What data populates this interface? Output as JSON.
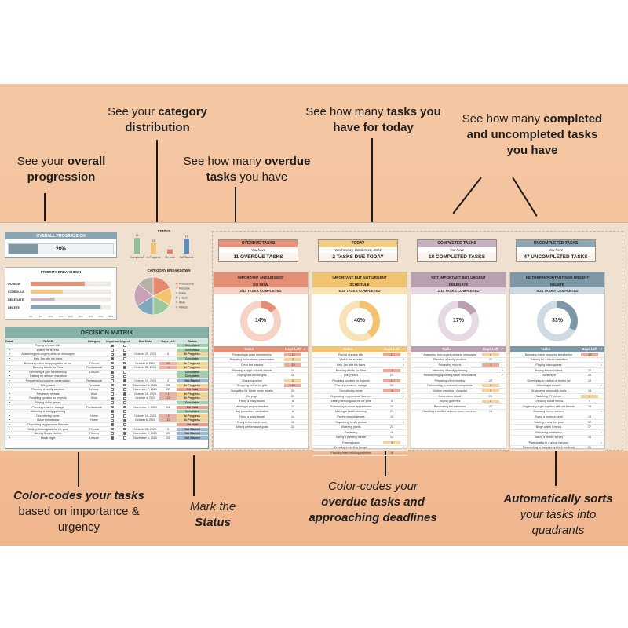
{
  "annotations": {
    "category": {
      "pre": "See your ",
      "bold": "category distribution"
    },
    "today": {
      "pre": "See how many ",
      "bold": "tasks you have for today"
    },
    "completed": {
      "pre": "See how many ",
      "bold": "completed and uncompleted tasks you have"
    },
    "overall": {
      "pre": "See your ",
      "bold": "overall progression"
    },
    "overdue": {
      "pre": "See how many ",
      "bold": "overdue tasks",
      "post": " you have"
    },
    "colorcode": {
      "bold": "Color-codes your tasks",
      "post": "based on importance & urgency"
    },
    "status": {
      "pre": "Mark the",
      "bold": "Status"
    },
    "deadlines": {
      "pre": "Color-codes your",
      "bold": "overdue tasks and approaching deadlines"
    },
    "sort": {
      "bold": "Automatically sorts",
      "post": " your tasks into quadrants"
    }
  },
  "overall_progression": {
    "title": "OVERALL PROGRESSION",
    "value": "28%",
    "fraction": 0.28
  },
  "status_chart": {
    "title": "STATUS",
    "labels": [
      "Completed",
      "In Progress",
      "On Hold",
      "Not Started"
    ],
    "values": [
      18,
      12,
      5,
      17
    ],
    "colors": [
      "#8fbf9a",
      "#f2c46f",
      "#e37f6f",
      "#5c8fb8"
    ]
  },
  "priority_breakdown": {
    "title": "PRIORITY BREAKDOWN",
    "rows": [
      {
        "label": "DO NOW",
        "value": 0.27,
        "color": "#e59373"
      },
      {
        "label": "SCHEDULE",
        "value": 0.16,
        "color": "#f2c880"
      },
      {
        "label": "DELEGATE",
        "value": 0.12,
        "color": "#c8b3c2"
      },
      {
        "label": "DELETE",
        "value": 0.35,
        "color": "#8aa4b2"
      }
    ],
    "axis": [
      "0%",
      "5%",
      "10%",
      "15%",
      "20%",
      "25%",
      "30%",
      "35%",
      "40%"
    ]
  },
  "category_breakdown": {
    "title": "CATEGORY BREAKDOWN",
    "legend": [
      "Professional",
      "Personal",
      "Home",
      "Leisure",
      "Work",
      "Fitness"
    ],
    "values": [
      18,
      15,
      17,
      16,
      20,
      14
    ],
    "colors": [
      "#e6896f",
      "#f2c46f",
      "#9bc79e",
      "#7fa7bd",
      "#c9a2b7",
      "#b8b0a6"
    ]
  },
  "decision_matrix": {
    "title": "DECISION MATRIX",
    "columns": [
      "Detail",
      "TASKS",
      "Category",
      "Important",
      "Urgent",
      "Due Date",
      "Days Left",
      "Status"
    ],
    "rows": [
      [
        "Paying overdue bills",
        "",
        "",
        "",
        "Completed"
      ],
      [
        "Watch the sunrise",
        "",
        "",
        "",
        "Completed"
      ],
      [
        "Answering non-urgent personal messages",
        "",
        "October 20, 2024",
        "4",
        "In Progress"
      ],
      [
        "Help Jim with his taxes",
        "",
        "",
        "",
        "Completed"
      ],
      [
        "Browsing online shopping sites for fun",
        "Fitness",
        "October 6, 2024",
        "-10",
        "In Progress"
      ],
      [
        "Booking tickets for Paris",
        "Professional",
        "October 12, 2024",
        "-4",
        "In Progress"
      ],
      [
        "Renewing a gym membership",
        "Leisure",
        "",
        "",
        "Completed"
      ],
      [
        "Training for a future marathon",
        "",
        "",
        "",
        "Completed"
      ],
      [
        "Preparing for business presentation",
        "Professional",
        "October 19, 2024",
        "3",
        "Not Started"
      ],
      [
        "Filing taxes",
        "Personal",
        "November 8, 2024",
        "23",
        "In Progress"
      ],
      [
        "Planning a family vacation",
        "Leisure",
        "November 7, 2024",
        "22",
        "On Hold"
      ],
      [
        "Reviewing reports",
        "Work",
        "October 15, 2024",
        "-1",
        "In Progress"
      ],
      [
        "Providing updates on projects",
        "Work",
        "October 4, 2024",
        "-12",
        "In Progress"
      ],
      [
        "Playing video games",
        "",
        "",
        "",
        "Completed"
      ],
      [
        "Planning a career change",
        "Professional",
        "November 9, 2024",
        "24",
        "On Hold"
      ],
      [
        "Attending a family gathering",
        "",
        "",
        "",
        "Completed"
      ],
      [
        "Decluttering home",
        "Home",
        "October 10, 2024",
        "-6",
        "In Progress"
      ],
      [
        "Clean the window",
        "Home",
        "October 6, 2024",
        "-10",
        "In Progress"
      ],
      [
        "Organizing my personal finances",
        "",
        "",
        "",
        "On Hold"
      ],
      [
        "Setting fitness goals for the year",
        "Fitness",
        "October 25, 2024",
        "9",
        "Not Started"
      ],
      [
        "Buying fitness clothes",
        "Fitness",
        "November 5, 2024",
        "20",
        "Not Started"
      ],
      [
        "Movie night",
        "Leisure",
        "November 8, 2024",
        "23",
        "Not Started"
      ]
    ]
  },
  "kpis": [
    {
      "title": "OVERDUE TASKS",
      "sub": "You have",
      "value": "11 OVERDUE TASKS",
      "color": "#e8917a"
    },
    {
      "title": "TODAY",
      "sub": "Wednesday, October 16, 2024",
      "value": "2 TASKS DUE TODAY",
      "color": "#f3cd83"
    },
    {
      "title": "COMPLETED TASKS",
      "sub": "You have",
      "value": "18 COMPLETED TASKS",
      "color": "#c7b1c0"
    },
    {
      "title": "UNCOMPLETED TASKS",
      "sub": "You have",
      "value": "47 UNCOMPLETED TASKS",
      "color": "#8fa7b4"
    }
  ],
  "quadrants": [
    {
      "head": "IMPORTANT AND URGENT",
      "name": "DO NOW",
      "completed": "2/14 TASKS COMPLETED",
      "pct": "14%",
      "fraction": 0.14,
      "color": "#e38f76",
      "light": "#f6d3c4",
      "tasks": [
        [
          "Reviewing a grant membership",
          "-12"
        ],
        [
          "Preparing for business presentation",
          "3"
        ],
        [
          "Clean the window",
          "-10"
        ],
        [
          "Planning a night out with friends",
          "24"
        ],
        [
          "Buying last-minute gifts",
          "16"
        ],
        [
          "Shopping online",
          "4"
        ],
        [
          "Shopping online for gifts",
          "-16"
        ],
        [
          "Budgeting for future home repairs",
          "20"
        ],
        [
          "Do yoga",
          "22"
        ],
        [
          "Fixing a leaky faucet",
          "8"
        ],
        [
          "Meeting a project deadline",
          "13"
        ],
        [
          "Buy prescribed medication",
          "6"
        ],
        [
          "Fixing a leaky faucet",
          "14"
        ],
        [
          "Going to the hairdresser",
          "18"
        ],
        [
          "Setting performance goals",
          "20"
        ]
      ]
    },
    {
      "head": "IMPORTANT BUT NOT URGENT",
      "name": "SCHEDULE",
      "completed": "8/28 TASKS COMPLETED",
      "pct": "40%",
      "fraction": 0.4,
      "color": "#f2c46f",
      "light": "#f8e3b8",
      "tasks": [
        [
          "Paying overdue bills",
          "-12"
        ],
        [
          "Watch the sunrise",
          ""
        ],
        [
          "Help Jim with his taxes",
          ""
        ],
        [
          "Booking tickets for Paris",
          "-4"
        ],
        [
          "Filing taxes",
          "23"
        ],
        [
          "Providing updates on projects",
          "-12"
        ],
        [
          "Planning a career change",
          "24"
        ],
        [
          "Decluttering home",
          "-6"
        ],
        [
          "Organizing my personal finances",
          ""
        ],
        [
          "Setting fitness goals for the year",
          "9"
        ],
        [
          "Scheduling a doctor appointment",
          "15"
        ],
        [
          "Making a health checkup",
          "21"
        ],
        [
          "Paying new strategies",
          "12"
        ],
        [
          "Organizing family photos",
          ""
        ],
        [
          "Watering plants",
          "23"
        ],
        [
          "Gardening",
          "16"
        ],
        [
          "Taking a painting course",
          "14"
        ],
        [
          "Playing piano",
          "3"
        ],
        [
          "Creating a monthly budget",
          ""
        ],
        [
          "Planning team building activities",
          "18"
        ]
      ]
    },
    {
      "head": "NOT IMPORTANT BUT URGENT",
      "name": "DELEGATE",
      "completed": "2/12 TASKS COMPLETED",
      "pct": "17%",
      "fraction": 0.17,
      "color": "#b9a0b1",
      "light": "#e6d9e1",
      "tasks": [
        [
          "Answering non-urgent personal messages",
          "4"
        ],
        [
          "Planning a family vacation",
          "22"
        ],
        [
          "Reviewing reports",
          "-1"
        ],
        [
          "Attending a family gathering",
          ""
        ],
        [
          "Researching upcoming travel destinations",
          ""
        ],
        [
          "Preparing client meeting",
          "20"
        ],
        [
          "Responding to customer complaints",
          "1"
        ],
        [
          "Visiting grandma in hospital",
          "3"
        ],
        [
          "Deep-clean closet",
          "20"
        ],
        [
          "Buying groceries",
          "2"
        ],
        [
          "Renovating the bathroom",
          "22"
        ],
        [
          "Handling a conflict between team members",
          "13"
        ]
      ]
    },
    {
      "head": "NEITHER IMPORTANT NOR URGENT",
      "name": "DELETE",
      "completed": "8/24 TASKS COMPLETED",
      "pct": "33%",
      "fraction": 0.33,
      "color": "#7e97a6",
      "light": "#cfdbe2",
      "tasks": [
        [
          "Browsing online shopping sites for fun",
          "-10"
        ],
        [
          "Training for a future marathon",
          ""
        ],
        [
          "Playing video games",
          ""
        ],
        [
          "Buying fitness clothes",
          "20"
        ],
        [
          "Movie night",
          "23"
        ],
        [
          "Developing a reading or review list",
          "14"
        ],
        [
          "Attending a concert",
          ""
        ],
        [
          "Organizing personal e-mails",
          "14"
        ],
        [
          "Watching YT videos",
          "1"
        ],
        [
          "Checking social media",
          "9"
        ],
        [
          "Organizing a get-together with old friends",
          "18"
        ],
        [
          "Browsing fitness content",
          ""
        ],
        [
          "Trying a workout trend",
          "13"
        ],
        [
          "Starting a new diet plan",
          "12"
        ],
        [
          "Binge watch Friends",
          "17"
        ],
        [
          "Practicing meditation",
          ""
        ],
        [
          "Taking a fitness survey",
          "16"
        ],
        [
          "Participating in a group hangout",
          ""
        ],
        [
          "Responding to low priority client feedback",
          "21"
        ]
      ]
    }
  ],
  "col_labels": {
    "tasks": "Tasks",
    "days": "Days Left"
  }
}
